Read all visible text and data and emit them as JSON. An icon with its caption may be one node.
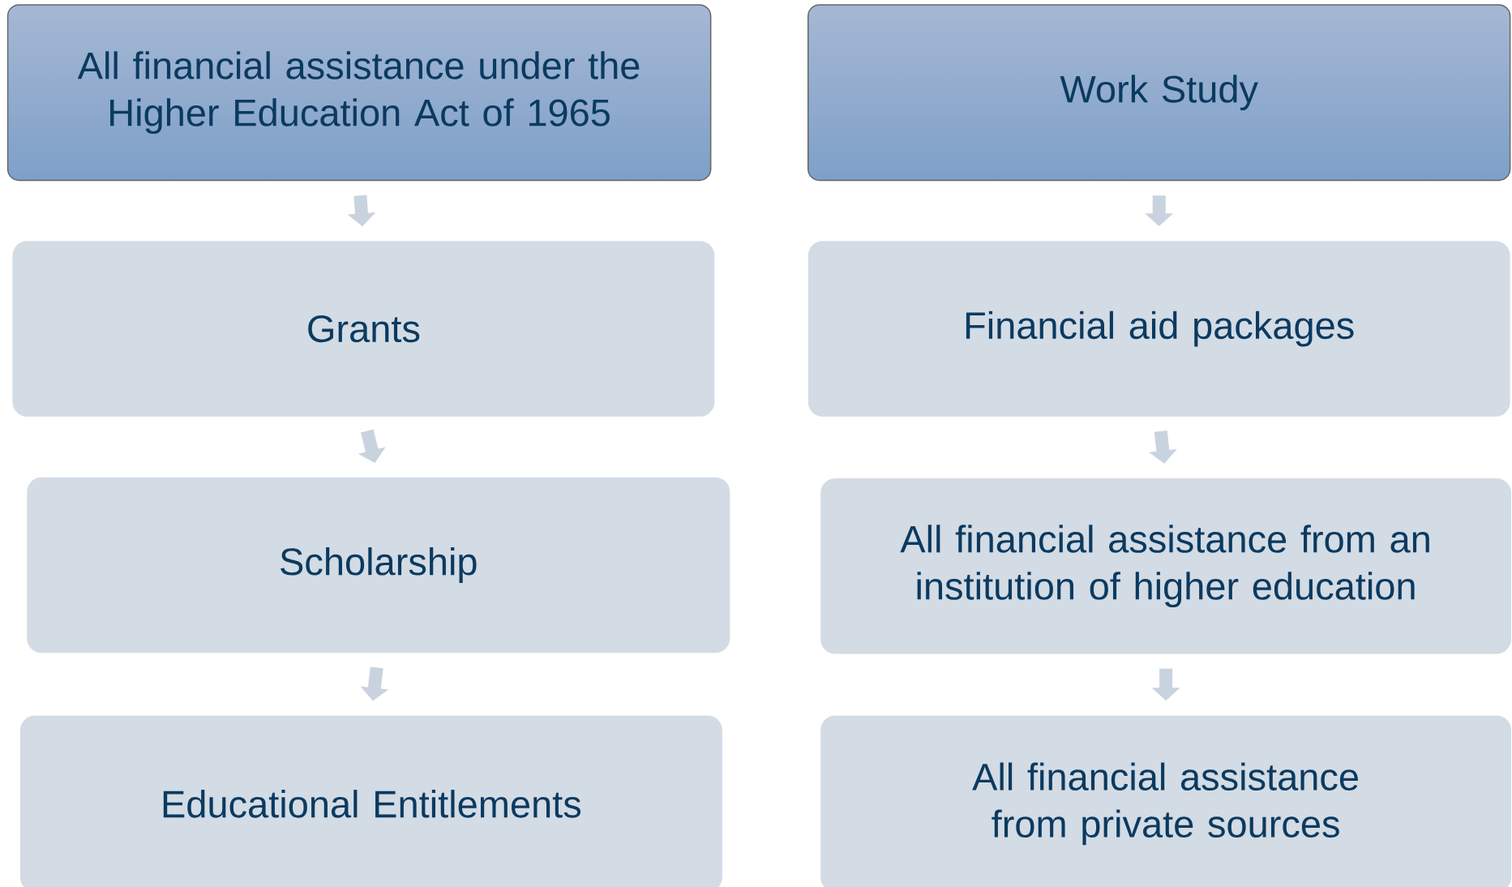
{
  "diagram": {
    "nodes": [
      {
        "text": [
          "All financial assistance under the Higher Education Act of 1965"
        ]
      },
      {
        "text": [
          "Grants"
        ]
      },
      {
        "text": [
          "Scholarship"
        ]
      },
      {
        "text": [
          "Educational Entitlements"
        ]
      },
      {
        "text": [
          "Work Study"
        ]
      },
      {
        "text": [
          "Financial aid packages"
        ]
      },
      {
        "text": [
          "All financial assistance from an institution of higher education"
        ]
      },
      {
        "text": [
          "All financial assistance from private sources"
        ]
      }
    ],
    "edges": [
      {
        "from": 0,
        "to": 1,
        "arrow": "to"
      },
      {
        "from": 1,
        "to": 2,
        "arrow": "to"
      },
      {
        "from": 2,
        "to": 3,
        "arrow": "to"
      },
      {
        "from": 4,
        "to": 5,
        "arrow": "to"
      },
      {
        "from": 5,
        "to": 6,
        "arrow": "to"
      },
      {
        "from": 6,
        "to": 7,
        "arrow": "to"
      }
    ]
  }
}
